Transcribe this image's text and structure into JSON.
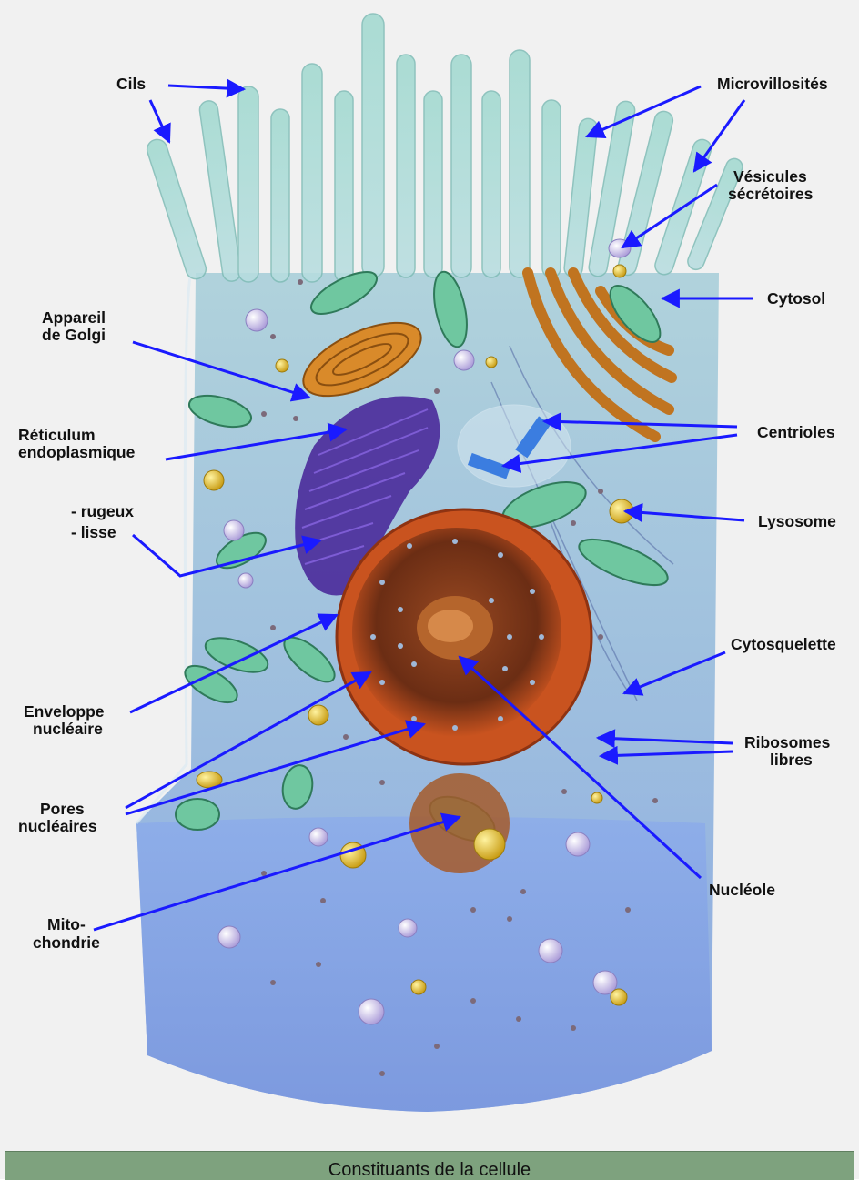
{
  "labels": {
    "cils": "Cils",
    "microvillosites": "Microvillosités",
    "vesicules_line1": "Vésicules",
    "vesicules_line2": "sécrétoires",
    "cytosol": "Cytosol",
    "golgi_line1": "Appareil",
    "golgi_line2": "de Golgi",
    "reticulum_line1": "Réticulum",
    "reticulum_line2": "endoplasmique",
    "rugueux": "- rugeux",
    "lisse": "- lisse",
    "centrioles": "Centrioles",
    "lysosome": "Lysosome",
    "cytosquelette": "Cytosquelette",
    "ribosomes_line1": "Ribosomes",
    "ribosomes_line2": "libres",
    "enveloppe_line1": "Enveloppe",
    "enveloppe_line2": "nucléaire",
    "pores_line1": "Pores",
    "pores_line2": "nucléaires",
    "nucleole": "Nucléole",
    "mito_line1": "Mito-",
    "mito_line2": "chondrie"
  },
  "caption": "Constituants de la cellule",
  "colors": {
    "arrow": "#1a1aff",
    "caption_bar": "#7ea27e",
    "cytoplasm": "#7fa8d8",
    "nucleus": "#c9531f",
    "golgi": "#d98a2a",
    "reticulum": "#4a2a9a",
    "mitochondria": "#6fc7a0"
  }
}
